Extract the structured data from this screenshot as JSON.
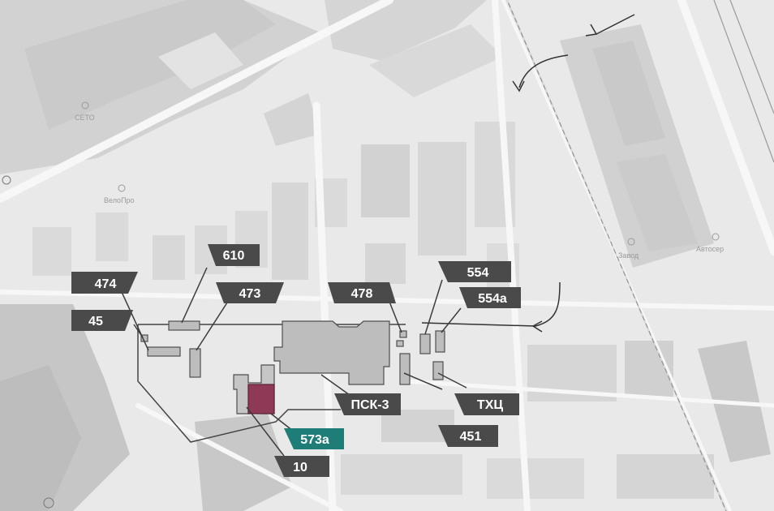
{
  "map": {
    "colors": {
      "background": "#e9e9e9",
      "block": "#d3d3d3",
      "dark_area": "#c4c4c4",
      "building_outline": "#555555",
      "building_fill": "#bdbdbd",
      "highlight_building": "#8e3a57",
      "label": "#4a4a4a",
      "label_highlight": "#1e7d77",
      "route": "#444444"
    },
    "labels": {
      "b610": "610",
      "b474": "474",
      "b473": "473",
      "b45": "45",
      "b478": "478",
      "b554": "554",
      "b554a": "554а",
      "bpsk3": "ПСК-3",
      "btxc": "ТХЦ",
      "b451": "451",
      "b573a": "573а",
      "b10": "10"
    },
    "background_text": {
      "poi_1": "СЕТО",
      "poi_2": "ВелоПро",
      "poi_3": "Завод",
      "poi_4": "Автосер"
    }
  }
}
